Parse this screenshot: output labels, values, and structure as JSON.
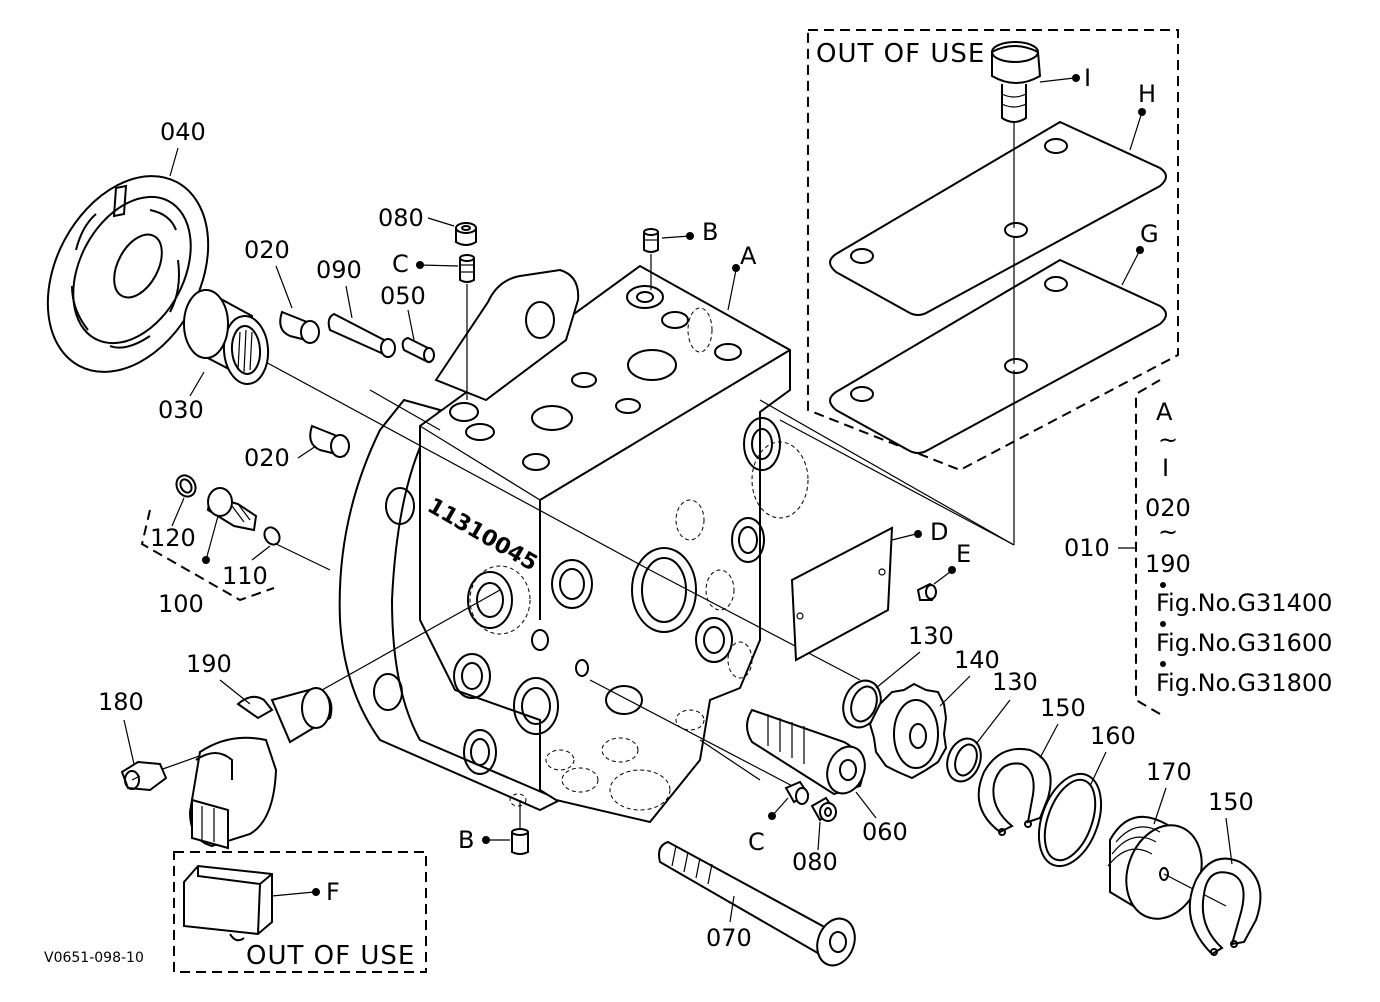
{
  "labels": {
    "p040": "040",
    "p030": "030",
    "p020a": "020",
    "p090": "090",
    "p050": "050",
    "p080a": "080",
    "pC1": "C",
    "pB1": "B",
    "pA": "A",
    "p020b": "020",
    "p120": "120",
    "p110": "110",
    "p100": "100",
    "p190": "190",
    "p180": "180",
    "pD": "D",
    "pE": "E",
    "p130a": "130",
    "p140": "140",
    "p130b": "130",
    "p150a": "150",
    "p160": "160",
    "p170": "170",
    "p150b": "150",
    "p060": "060",
    "pC2": "C",
    "p080b": "080",
    "pB2": "B",
    "p070": "070",
    "pF": "F",
    "pI": "I",
    "pH": "H",
    "pG": "G",
    "p010": "010"
  },
  "out_of_use_top": "OUT OF USE",
  "out_of_use_bottom": "OUT OF USE",
  "range_box": {
    "r1": "A",
    "r2": "~",
    "r3": "I",
    "r4": "020",
    "r5": "~",
    "r6": "190",
    "fig1": "Fig.No.G31400",
    "fig2": "Fig.No.G31600",
    "fig3": "Fig.No.G31800"
  },
  "housing_stamp": "11310045",
  "drawing_code": "V0651-098-10"
}
